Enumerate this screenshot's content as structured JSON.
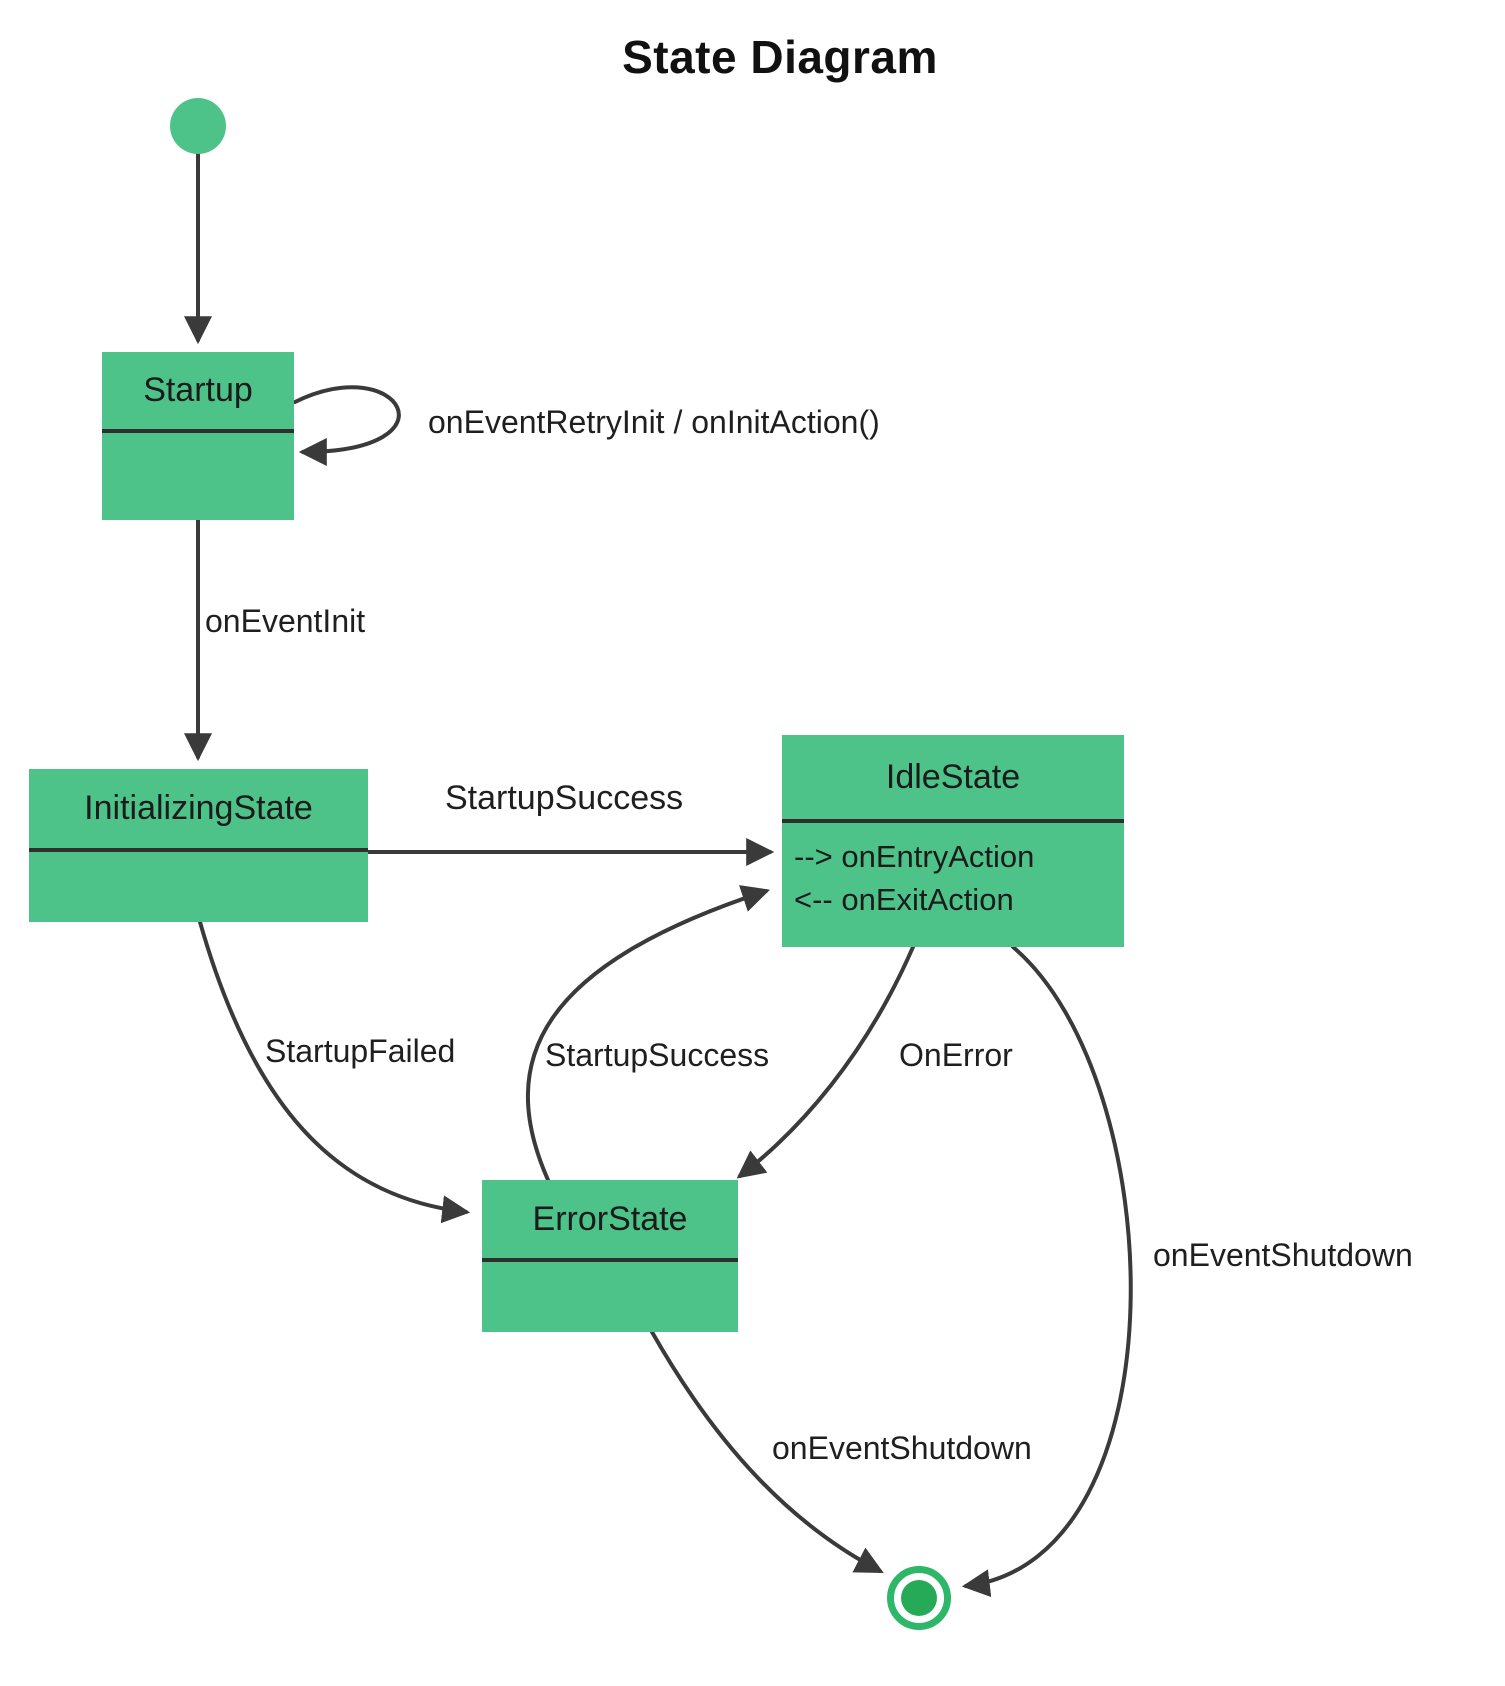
{
  "title": "State Diagram",
  "colors": {
    "state_fill": "#4dc389",
    "edge_line": "#3a3a3a",
    "text": "#1f1f1f",
    "final_ring": "#2eb669",
    "final_dot": "#26aa58",
    "background": "#ffffff"
  },
  "nodes": {
    "initial": {
      "type": "initial-state"
    },
    "startup": {
      "label": "Startup"
    },
    "initializing": {
      "label": "InitializingState"
    },
    "idle": {
      "label": "IdleState",
      "body": [
        "--> onEntryAction",
        "<-- onExitAction"
      ]
    },
    "error": {
      "label": "ErrorState"
    },
    "final": {
      "type": "final-state"
    }
  },
  "edges": {
    "retry_self": {
      "label": "onEventRetryInit / onInitAction()",
      "from": "Startup",
      "to": "Startup"
    },
    "event_init": {
      "label": "onEventInit",
      "from": "Startup",
      "to": "InitializingState"
    },
    "startup_success_main": {
      "label": "StartupSuccess",
      "from": "InitializingState",
      "to": "IdleState"
    },
    "startup_failed": {
      "label": "StartupFailed",
      "from": "InitializingState",
      "to": "ErrorState"
    },
    "startup_success_recover": {
      "label": "StartupSuccess",
      "from": "ErrorState",
      "to": "IdleState"
    },
    "on_error": {
      "label": "OnError",
      "from": "IdleState",
      "to": "ErrorState"
    },
    "shutdown_from_idle": {
      "label": "onEventShutdown",
      "from": "IdleState",
      "to": "final"
    },
    "shutdown_from_error": {
      "label": "onEventShutdown",
      "from": "ErrorState",
      "to": "final"
    }
  }
}
